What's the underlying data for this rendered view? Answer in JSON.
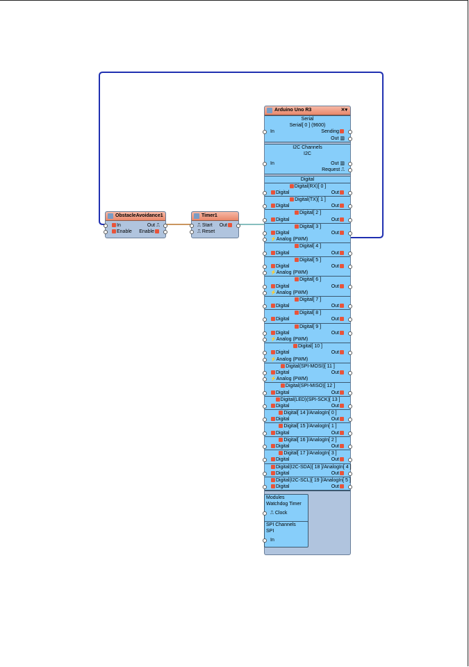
{
  "obstacle": {
    "title": "ObstacleAvoidance1",
    "in": "In",
    "enable": "Enable",
    "out": "Out",
    "enable_out": "Enable"
  },
  "timer": {
    "title": "Timer1",
    "start": "Start",
    "reset": "Reset",
    "out": "Out"
  },
  "arduino": {
    "title": "Arduino Uno R3",
    "serial": {
      "title": "Serial",
      "channel": "Serial[ 0 ] (9600)",
      "in": "In",
      "sending": "Sending",
      "out": "Out"
    },
    "i2c": {
      "title": "I2C Channels",
      "channel": "I2C",
      "in": "In",
      "out": "Out",
      "request": "Request"
    },
    "digital": {
      "title": "Digital",
      "row_in": "Digital",
      "row_out": "Out",
      "analog": "Analog (PWM)"
    },
    "pins": [
      {
        "name": "Digital(RX)[ 0 ]",
        "pwm": false
      },
      {
        "name": "Digital(TX)[ 1 ]",
        "pwm": false
      },
      {
        "name": "Digital[ 2 ]",
        "pwm": false
      },
      {
        "name": "Digital[ 3 ]",
        "pwm": true
      },
      {
        "name": "Digital[ 4 ]",
        "pwm": false
      },
      {
        "name": "Digital[ 5 ]",
        "pwm": true
      },
      {
        "name": "Digital[ 6 ]",
        "pwm": true
      },
      {
        "name": "Digital[ 7 ]",
        "pwm": false
      },
      {
        "name": "Digital[ 8 ]",
        "pwm": false
      },
      {
        "name": "Digital[ 9 ]",
        "pwm": true
      },
      {
        "name": "Digital[ 10 ]",
        "pwm": true
      },
      {
        "name": "Digital(SPI-MOSI)[ 11 ]",
        "pwm": true
      },
      {
        "name": "Digital(SPI-MISO)[ 12 ]",
        "pwm": false
      },
      {
        "name": "Digital(LED)(SPI-SCK)[ 13 ]",
        "pwm": false
      },
      {
        "name": "Digital[ 14 ]/AnalogIn[ 0 ]",
        "pwm": false
      },
      {
        "name": "Digital[ 15 ]/AnalogIn[ 1 ]",
        "pwm": false
      },
      {
        "name": "Digital[ 16 ]/AnalogIn[ 2 ]",
        "pwm": false
      },
      {
        "name": "Digital[ 17 ]/AnalogIn[ 3 ]",
        "pwm": false
      },
      {
        "name": "Digital(I2C-SDA)[ 18 ]/AnalogIn[ 4 ]",
        "pwm": false
      },
      {
        "name": "Digital(I2C-SCL)[ 19 ]/AnalogIn[ 5 ]",
        "pwm": false
      }
    ],
    "modules": {
      "title": "Modules",
      "watchdog": "Watchdog Timer",
      "clock": "Clock"
    },
    "spi": {
      "title": "SPI Channels",
      "channel": "SPI",
      "in": "In"
    }
  },
  "colors": {
    "wire_blue": "#1f2fb0",
    "wire_orange": "#b8732a",
    "wire_teal": "#5fa8a8",
    "header": "#e9876b",
    "section": "#87cefa",
    "body": "#b0c4de"
  }
}
